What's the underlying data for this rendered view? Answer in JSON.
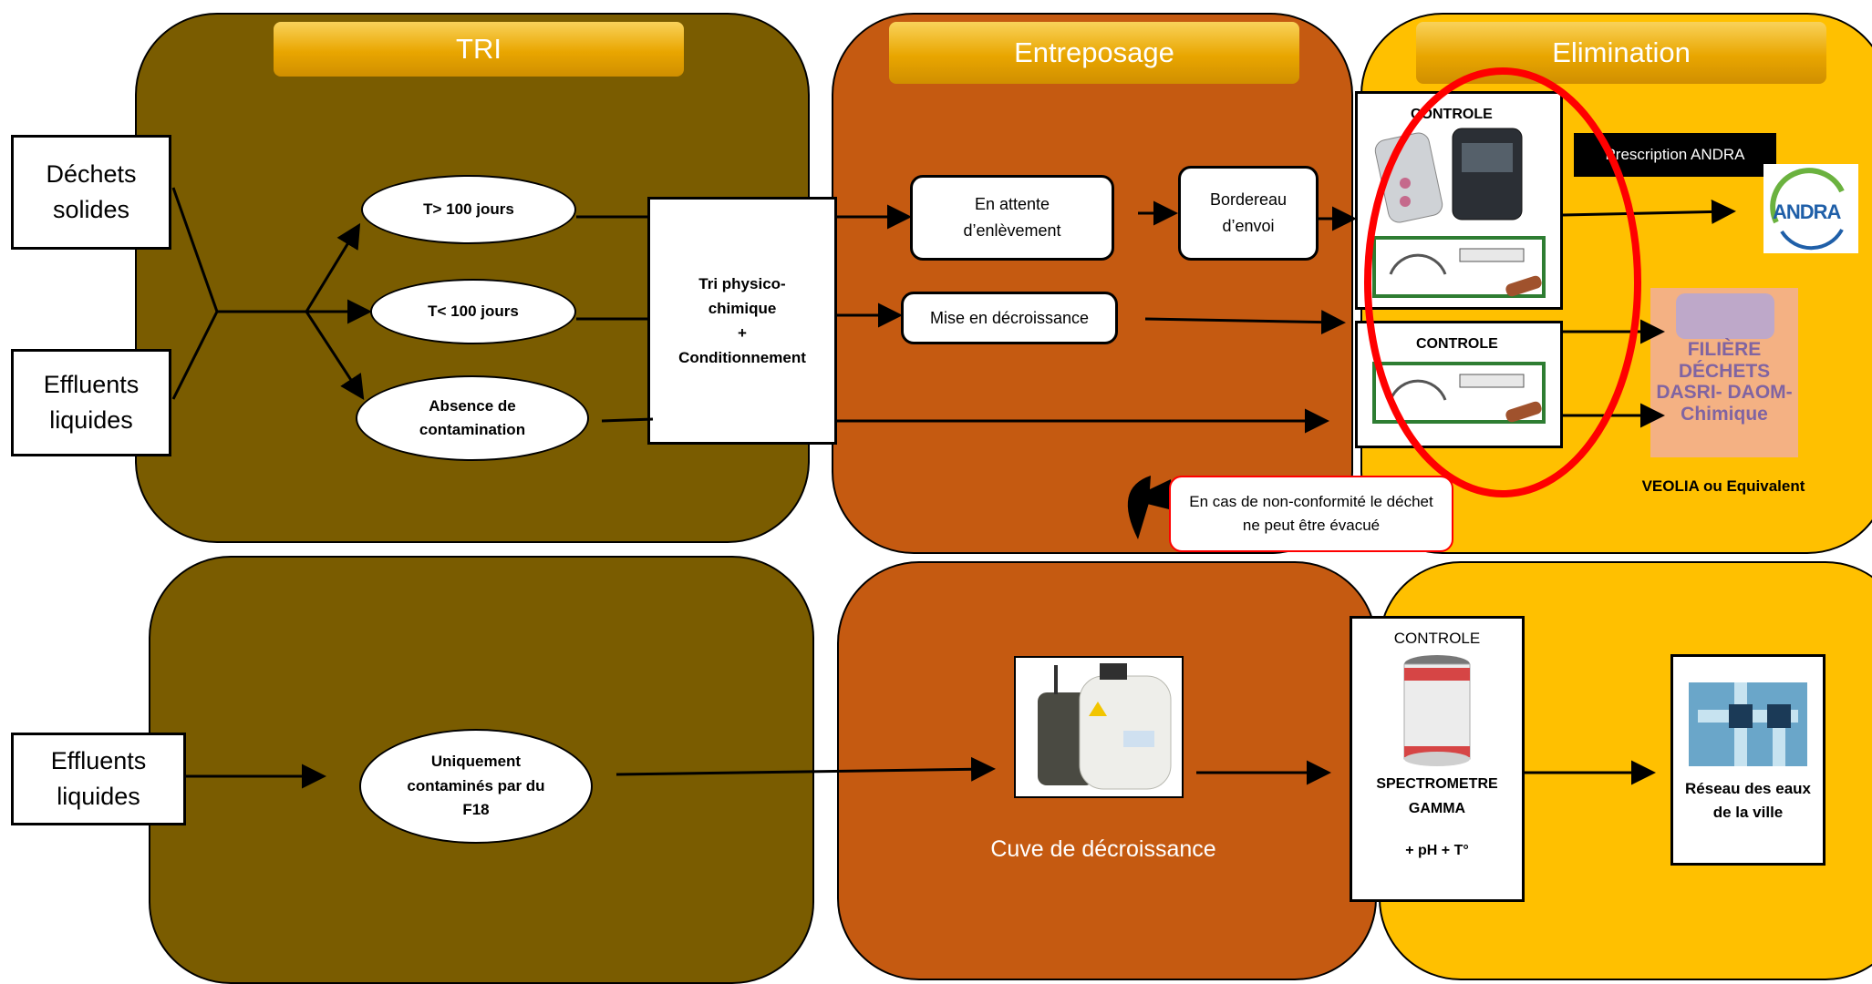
{
  "headers": {
    "tri": "TRI",
    "entreposage": "Entreposage",
    "elimination": "Elimination"
  },
  "inputs": {
    "solides": "Déchets solides",
    "effluents_top": "Effluents liquides",
    "effluents_bottom": "Effluents liquides"
  },
  "ovals": {
    "t_sup": "T> 100 jours",
    "t_inf": "T< 100 jours",
    "absence": "Absence de contamination",
    "f18": "Uniquement contaminés par du F18"
  },
  "tri_box": {
    "line1": "Tri physico-chimique",
    "line2": "+",
    "line3": "Conditionnement"
  },
  "storage": {
    "attente": "En attente d’enlèvement",
    "bordereau": "Bordereau d’envoi",
    "decroissance": "Mise en décroissance",
    "cuve": "Cuve de décroissance"
  },
  "controls": {
    "top": "CONTROLE",
    "middle": "CONTROLE",
    "bottom": "CONTROLE",
    "spectro": "SPECTROMETRE GAMMA",
    "ph": "+ pH + T°"
  },
  "elimination": {
    "prescription": "Prescription ANDRA",
    "andra_logo": "ANDRA",
    "filiere_logo": "FILIÈRE DÉCHETS DASRI- DAOM- Chimique",
    "veolia": "VEOLIA ou Equivalent",
    "reseau": "Réseau des eaux de la ville"
  },
  "nonconformite": "En cas de non-conformité le déchet ne peut être évacué",
  "colors": {
    "tri": "#7a5c00",
    "entreposage": "#c55a11",
    "elimination": "#ffc000",
    "alert": "#ff0000"
  }
}
